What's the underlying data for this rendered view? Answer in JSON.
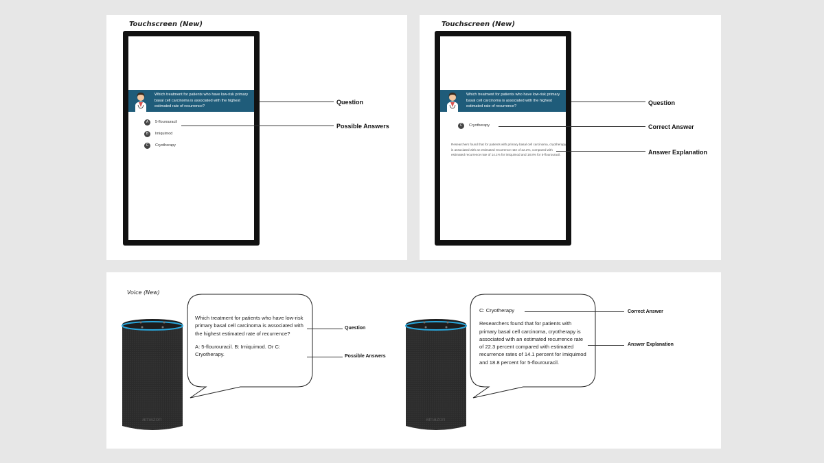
{
  "panels": {
    "touch_left": {
      "title": "Touchscreen (New)"
    },
    "touch_right": {
      "title": "Touchscreen (New)"
    },
    "voice": {
      "title": "Voice (New)"
    }
  },
  "touch_left": {
    "question": "Which treatment for patients who have low-risk primary basal cell carcinoma is associated with the highest estimated rate of recurrence?",
    "answers": [
      {
        "letter": "A",
        "text": "5-flourouracil"
      },
      {
        "letter": "B",
        "text": "Imiquimod"
      },
      {
        "letter": "C",
        "text": "Cryotherapy"
      }
    ],
    "callouts": {
      "question": "Question",
      "answers": "Possible Answers"
    }
  },
  "touch_right": {
    "question": "Which treatment for patients who have low-risk primary basal cell carcinoma is associated with the highest estimated rate of recurrence?",
    "correct": {
      "letter": "C",
      "text": "Cryotherapy"
    },
    "explanation": "Researchers found that for patients with primary basal cell carcinoma, cryotherapy is associated with an estimated recurrence rate of 22.3%, compared with estimated recurrence rate of 14.1% for imiquimod and 18.8% for 5-flourouracil.",
    "callouts": {
      "question": "Question",
      "correct": "Correct Answer",
      "explanation": "Answer Explanation"
    }
  },
  "voice_left": {
    "speaker_brand": "amazon",
    "question": "Which treatment for patients who have low-risk primary basal cell carcinoma is associated with the highest estimated rate of recurrence?",
    "answers": "A: 5-flourouracil. B: Imiquimod. Or C: Cryotherapy.",
    "callouts": {
      "question": "Question",
      "answers": "Possible Answers"
    }
  },
  "voice_right": {
    "speaker_brand": "amazon",
    "correct": "C: Cryotherapy",
    "explanation": "Researchers found that for patients with primary basal cell carcinoma, cryotherapy is associated with an estimated recurrence rate of 22.3 percent compared with estimated recurrence rates of 14.1 percent for imiquimod and 18.8 percent for 5-flourouracil.",
    "callouts": {
      "correct": "Correct Answer",
      "explanation": "Answer Explanation"
    }
  },
  "colors": {
    "question_bar": "#1f5c7a",
    "speaker_ring": "#2aa7dc",
    "background": "#e7e7e7"
  }
}
